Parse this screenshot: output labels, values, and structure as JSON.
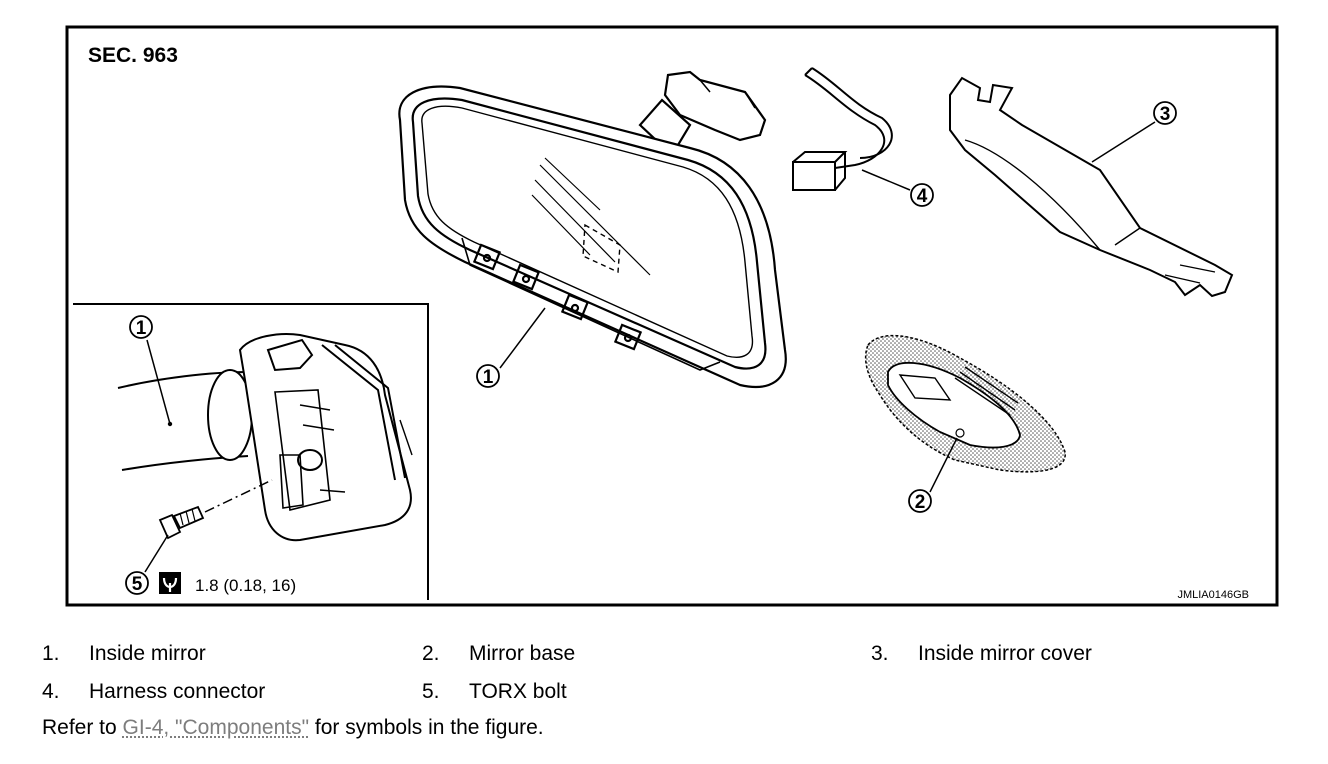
{
  "figure": {
    "section_label": "SEC. 963",
    "figure_code": "JMLIA0146GB",
    "torque_spec": "1.8 (0.18, 16)",
    "callouts": [
      "1",
      "2",
      "3",
      "4",
      "5",
      "1"
    ]
  },
  "legend": [
    {
      "num": "1.",
      "label": "Inside mirror"
    },
    {
      "num": "2.",
      "label": "Mirror base"
    },
    {
      "num": "3.",
      "label": "Inside mirror cover"
    },
    {
      "num": "4.",
      "label": "Harness connector"
    },
    {
      "num": "5.",
      "label": "TORX bolt"
    }
  ],
  "reference": {
    "prefix": "Refer to ",
    "link_text": "GI-4, \"Components\"",
    "suffix": " for symbols in the figure."
  }
}
